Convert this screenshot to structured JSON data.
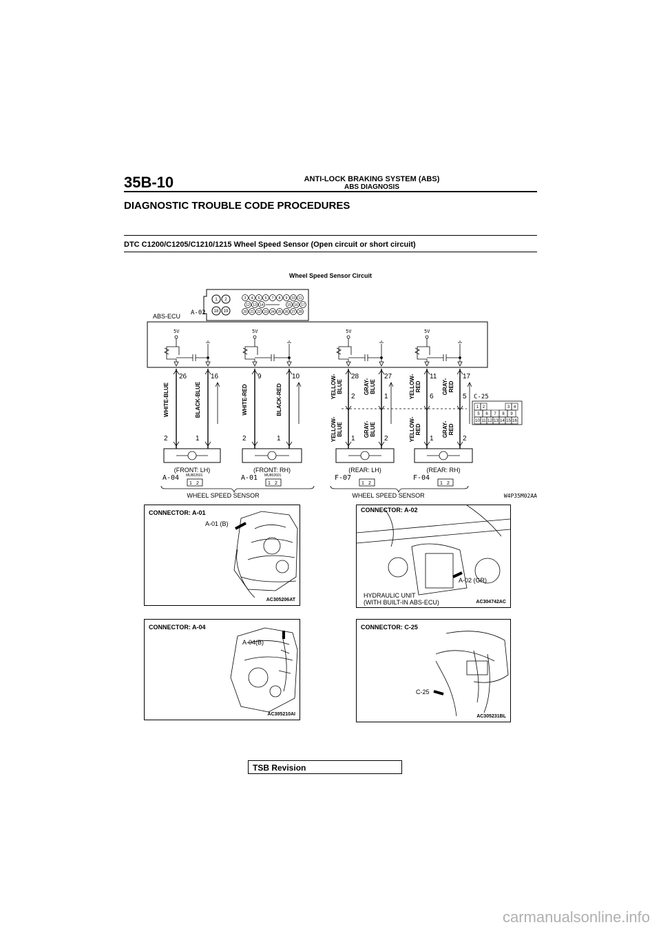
{
  "header": {
    "page_number": "35B-10",
    "chapter": "ANTI-LOCK BRAKING SYSTEM (ABS)",
    "subchapter": "ABS DIAGNOSIS"
  },
  "section_title": "DIAGNOSTIC TROUBLE CODE PROCEDURES",
  "dtc_title": "DTC C1200/C1205/C1210/1215 Wheel Speed Sensor (Open circuit or short circuit)",
  "diagram": {
    "title": "Wheel Speed Sensor Circuit",
    "ecu_label": "ABS-ECU",
    "ecu_connector": "A-02",
    "ecu_pins_top": [
      "1",
      "2",
      "3",
      "4",
      "5",
      "6",
      "7",
      "8",
      "9",
      "10",
      "11"
    ],
    "ecu_pins_mid": [
      "12",
      "13",
      "14",
      "15",
      "16",
      "17"
    ],
    "ecu_pins_bottom": [
      "18",
      "19",
      "20",
      "21",
      "22",
      "23",
      "24",
      "25",
      "26",
      "27",
      "28"
    ],
    "supply": "5V",
    "pins_ecu": [
      "26",
      "16",
      "9",
      "10",
      "28",
      "27",
      "11",
      "17"
    ],
    "rear_pins_c25": [
      "2",
      "1",
      "6",
      "5"
    ],
    "sensor_pins": [
      "2",
      "1",
      "2",
      "1",
      "1",
      "2",
      "1",
      "2"
    ],
    "wires": {
      "front_lh": [
        "WHITE-BLUE",
        "BLACK-BLUE"
      ],
      "front_rh": [
        "WHITE-RED",
        "BLACK-RED"
      ],
      "rear_lh_upper": [
        "YELLOW-BLUE",
        "GRAY-BLUE"
      ],
      "rear_lh_lower": [
        "YELLOW-BLUE",
        "GRAY-BLUE"
      ],
      "rear_rh_upper": [
        "YELLOW-RED",
        "GRAY-RED"
      ],
      "rear_rh_lower": [
        "YELLOW-RED",
        "GRAY-RED"
      ]
    },
    "c25": {
      "name": "C-25",
      "pins": [
        "1",
        "2",
        "3",
        "4",
        "5",
        "6",
        "7",
        "8",
        "9",
        "10",
        "11",
        "12",
        "13",
        "14",
        "15",
        "16"
      ]
    },
    "sensors": [
      {
        "position": "(FRONT: LH)",
        "connector": "A-04",
        "part": "MU802601",
        "pins": [
          "1",
          "2"
        ]
      },
      {
        "position": "(FRONT: RH)",
        "connector": "A-01",
        "part": "MU802601",
        "pins": [
          "1",
          "2"
        ]
      },
      {
        "position": "(REAR: LH)",
        "connector": "F-07",
        "pins": [
          "1",
          "2"
        ]
      },
      {
        "position": "(REAR: RH)",
        "connector": "F-04",
        "pins": [
          "1",
          "2"
        ]
      }
    ],
    "group_label_front": "WHEEL SPEED SENSOR",
    "group_label_rear": "WHEEL SPEED SENSOR",
    "figure_code": "W4P35M02AA"
  },
  "photos": [
    {
      "title": "CONNECTOR: A-01",
      "label": "A-01 (B)",
      "code": "AC305206AT"
    },
    {
      "title": "CONNECTOR: A-02",
      "label": "A-02 (GR)",
      "label2": "HYDRAULIC UNIT",
      "label3": "(WITH BUILT-IN ABS-ECU)",
      "code": "AC304742AC"
    },
    {
      "title": "CONNECTOR: A-04",
      "label": "A-04(B)",
      "code": "AC305210AI"
    },
    {
      "title": "CONNECTOR: C-25",
      "label": "C-25",
      "code": "AC305231BL"
    }
  ],
  "footer": {
    "tsb": "TSB Revision"
  },
  "watermark": "carmanualsonline.info"
}
